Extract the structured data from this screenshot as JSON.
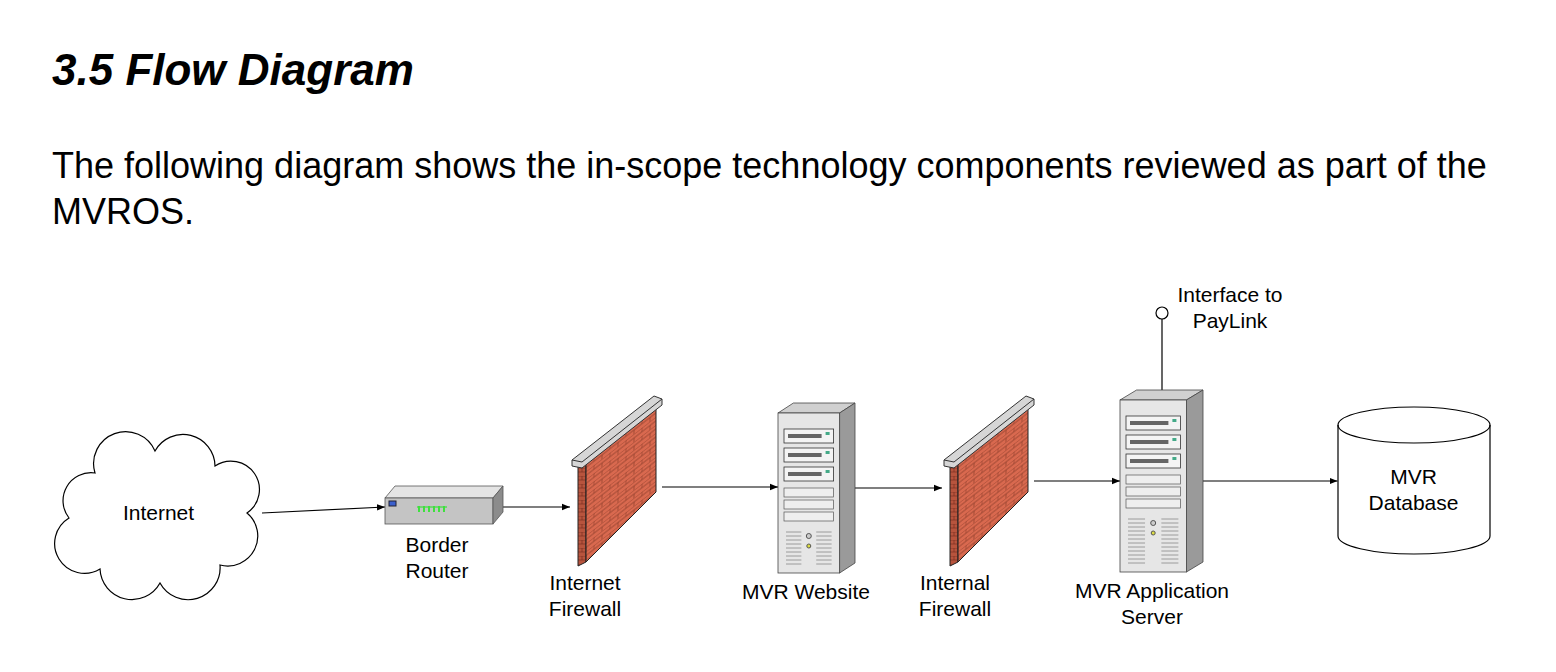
{
  "diagram": {
    "title": "3.5 Flow Diagram",
    "caption": "The following diagram shows the in-scope technology components reviewed as part of the MVROS.",
    "nodes": [
      {
        "text": [
          "Internet"
        ]
      },
      {
        "text": [
          "Border Router"
        ]
      },
      {
        "text": [
          "Internet Firewall"
        ]
      },
      {
        "text": [
          "MVR Website"
        ]
      },
      {
        "text": [
          "Internal Firewall"
        ]
      },
      {
        "text": [
          "MVR Application Server"
        ]
      },
      {
        "text": [
          "MVR Database"
        ]
      },
      {
        "text": [
          "Interface to PayLink"
        ]
      }
    ],
    "edges": [
      {
        "from": 0,
        "to": 1,
        "arrow": "to"
      },
      {
        "from": 1,
        "to": 2,
        "arrow": "to"
      },
      {
        "from": 2,
        "to": 3,
        "arrow": "to"
      },
      {
        "from": 3,
        "to": 4,
        "arrow": "to"
      },
      {
        "from": 4,
        "to": 5,
        "arrow": "to"
      },
      {
        "from": 5,
        "to": 6,
        "arrow": "to"
      },
      {
        "from": 5,
        "to": 7,
        "arrow": "none"
      }
    ]
  }
}
